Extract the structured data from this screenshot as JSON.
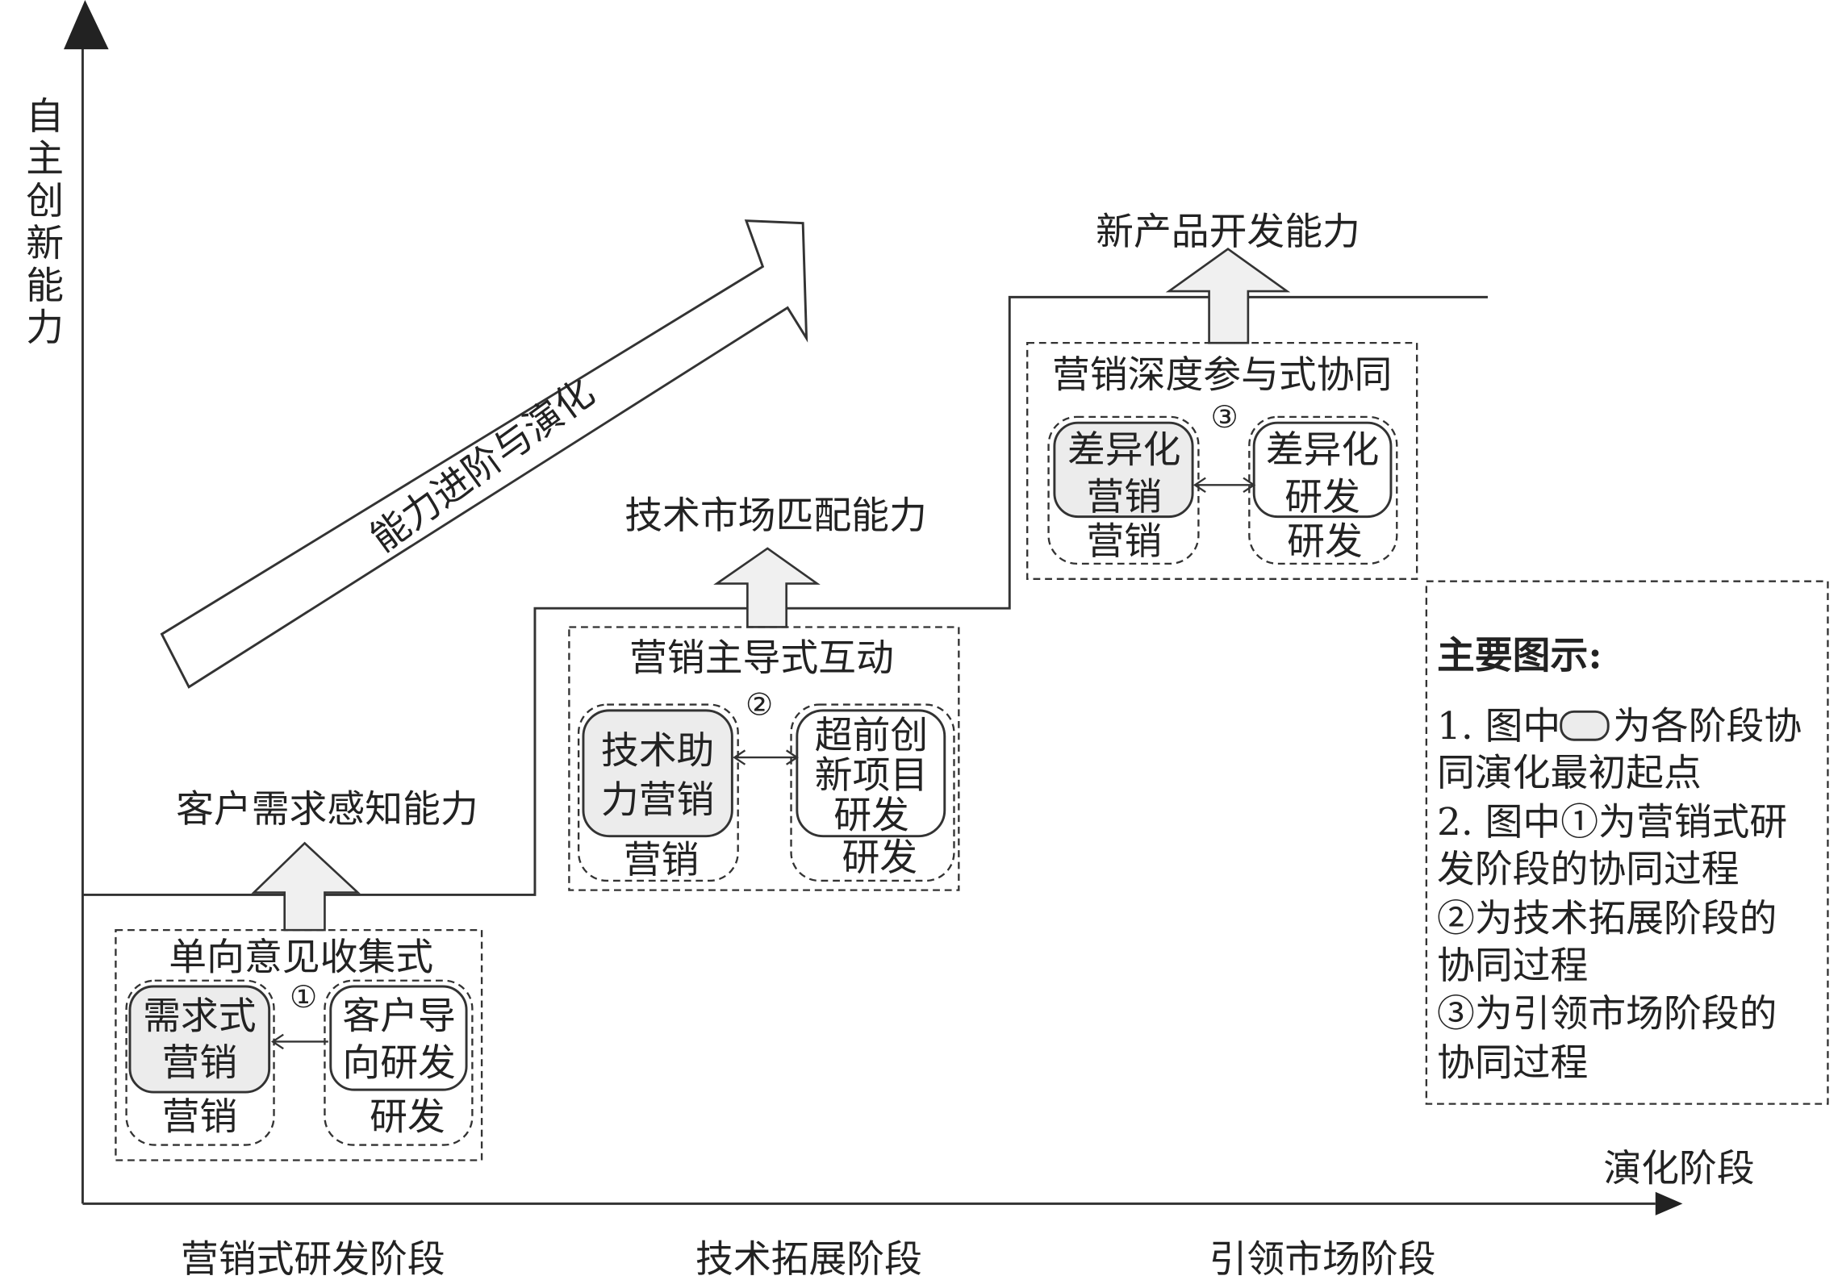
{
  "axes": {
    "y_label": [
      "自",
      "主",
      "创",
      "新",
      "能",
      "力"
    ],
    "x_label": "演化阶段",
    "stages": [
      "营销式研发阶段",
      "技术拓展阶段",
      "引领市场阶段"
    ]
  },
  "trend_arrow": "能力进阶与演化",
  "capabilities": [
    "客户需求感知能力",
    "技术市场匹配能力",
    "新产品开发能力"
  ],
  "stage1": {
    "title": "单向意见收集式",
    "marker": "①",
    "left_inner": [
      "需求式",
      "营销"
    ],
    "left_outer": "营销",
    "right_inner": [
      "客户导",
      "向研发"
    ],
    "right_outer": "研发"
  },
  "stage2": {
    "title": "营销主导式互动",
    "marker": "②",
    "left_inner": [
      "技术助",
      "力营销"
    ],
    "left_outer": "营销",
    "right_inner": [
      "超前创",
      "新项目",
      "研发"
    ],
    "right_outer": "研发"
  },
  "stage3": {
    "title": "营销深度参与式协同",
    "marker": "③",
    "left_inner": [
      "差异化",
      "营销"
    ],
    "left_outer": "营销",
    "right_inner": [
      "差异化",
      "研发"
    ],
    "right_outer": "研发"
  },
  "legend": {
    "title": "主要图示:",
    "line1_a": "1. 图中",
    "line1_b": "为各阶段协",
    "lines": [
      "同演化最初起点",
      "2. 图中①为营销式研",
      "发阶段的协同过程",
      "②为技术拓展阶段的",
      "协同过程",
      "③为引领市场阶段的",
      "协同过程"
    ]
  }
}
